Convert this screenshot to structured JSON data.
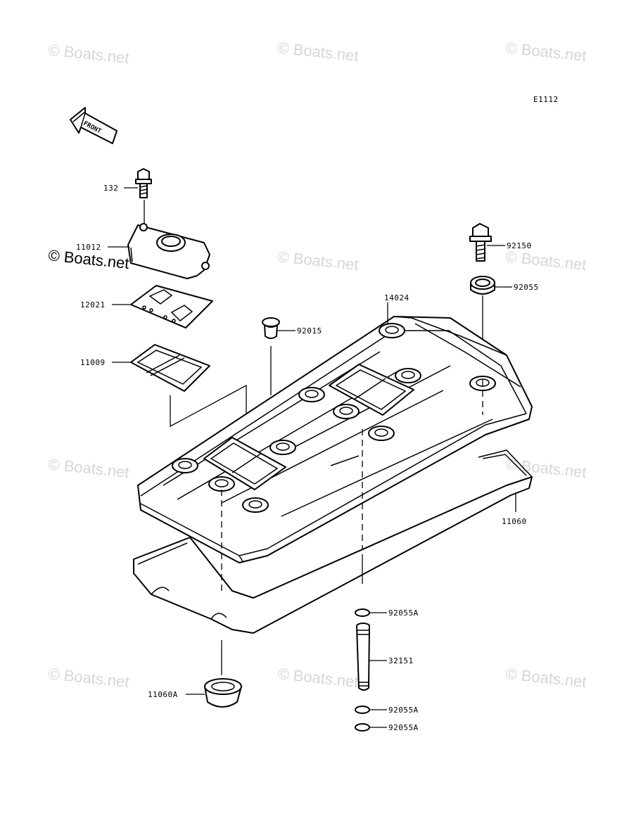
{
  "diagram_code": "E1112",
  "front_label": "FRONT",
  "watermark_text": "© Boats.net",
  "parts": {
    "p132": "132",
    "p11012": "11012",
    "p12021": "12021",
    "p11009": "11009",
    "p92015": "92015",
    "p14024": "14024",
    "p92150": "92150",
    "p92055": "92055",
    "p11060": "11060",
    "p92055A_1": "92055A",
    "p32151": "32151",
    "p92055A_2": "92055A",
    "p92055A_3": "92055A",
    "p11060A": "11060A"
  },
  "colors": {
    "line": "#000000",
    "background": "#ffffff",
    "watermark": "#d6d6d6"
  }
}
